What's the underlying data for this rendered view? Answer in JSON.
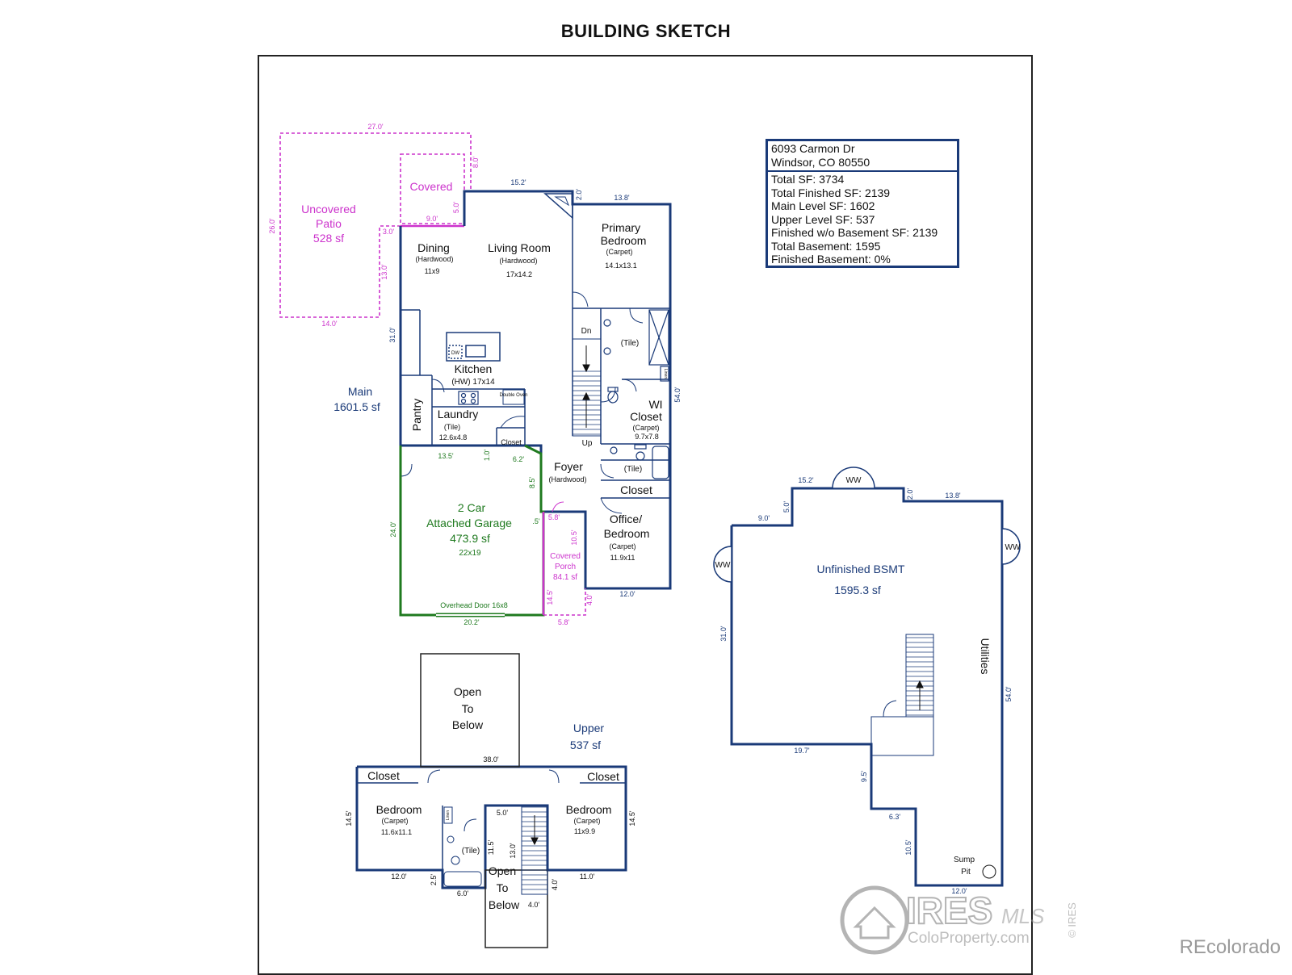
{
  "header": {
    "title": "BUILDING SKETCH"
  },
  "info_box": {
    "address_line1": "6093 Carmon Dr",
    "address_line2": "Windsor, CO 80550",
    "stats": [
      "Total SF: 3734",
      "Total Finished SF: 2139",
      "Main Level SF: 1602",
      "Upper Level SF: 537",
      "Finished w/o Basement SF: 2139",
      "Total Basement: 1595",
      "Finished Basement: 0%"
    ]
  },
  "colors": {
    "wall": "#1a3a78",
    "garage": "#1f7a1f",
    "patio": "#cc33cc",
    "text_blue": "#1a3a78"
  },
  "main": {
    "level_label": "Main",
    "level_area": "1601.5 sf",
    "patio": {
      "name": "Uncovered",
      "name2": "Patio",
      "area": "528 sf"
    },
    "covered": "Covered",
    "dining": {
      "name": "Dining",
      "floor": "(Hardwood)",
      "size": "11x9"
    },
    "living": {
      "name": "Living Room",
      "floor": "(Hardwood)",
      "size": "17x14.2"
    },
    "primary_bedroom": {
      "name": "Primary",
      "name2": "Bedroom",
      "floor": "(Carpet)",
      "size": "14.1x13.1"
    },
    "kitchen": {
      "name": "Kitchen",
      "floor_size": "(HW)  17x14",
      "dw": "DW"
    },
    "double_oven": "Double Oven",
    "pantry": "Pantry",
    "laundry": {
      "name": "Laundry",
      "floor": "(Tile)",
      "size": "12.6x4.8"
    },
    "closet_small": "Closet",
    "dn": "Dn",
    "up": "Up",
    "tile1": "(Tile)",
    "linen": "Linen",
    "wi_closet": {
      "name": "WI",
      "name2": "Closet",
      "floor": "(Carpet)",
      "size": "9.7x7.8"
    },
    "tile2": "(Tile)",
    "foyer": {
      "name": "Foyer",
      "floor": "(Hardwood)"
    },
    "closet_foyer": "Closet",
    "office": {
      "name": "Office/",
      "name2": "Bedroom",
      "floor": "(Carpet)",
      "size": "11.9x11"
    },
    "garage": {
      "line1": "2 Car",
      "line2": "Attached Garage",
      "area": "473.9 sf",
      "size": "22x19",
      "door": "Overhead Door 16x8"
    },
    "porch": {
      "line1": "Covered",
      "line2": "Porch",
      "area": "84.1 sf"
    },
    "dims": {
      "d27": "27.0'",
      "d8a": "8.0'",
      "d26": "26.0'",
      "d15_2": "15.2'",
      "d2": "2.0'",
      "d13_8": "13.8'",
      "d5": "5.0'",
      "d9": "9.0'",
      "d3": "3.0'",
      "d13": "13.0'",
      "d14": "14.0'",
      "d31": "31.0'",
      "d54": "54.0'",
      "d13_5": "13.5'",
      "d1": "1.0'",
      "d6_2": "6.2'",
      "d8_5": "8.5'",
      "d24": "24.0'",
      "d_5": ".5'",
      "d5_8a": "5.8'",
      "d10_5": "10.5'",
      "d14_5": "14.5'",
      "d4": "4.0'",
      "d12": "12.0'",
      "d20_2": "20.2'",
      "d5_8b": "5.8'"
    }
  },
  "upper": {
    "level_label": "Upper",
    "level_area": "537 sf",
    "open1": {
      "l1": "Open",
      "l2": "To",
      "l3": "Below"
    },
    "open2": {
      "l1": "Open",
      "l2": "To",
      "l3": "Below"
    },
    "closet_left": "Closet",
    "closet_right": "Closet",
    "bedroom_left": {
      "name": "Bedroom",
      "floor": "(Carpet)",
      "size": "11.6x11.1"
    },
    "bedroom_right": {
      "name": "Bedroom",
      "floor": "(Carpet)",
      "size": "11x9.9"
    },
    "linen": "Linen",
    "tile": "(Tile)",
    "dims": {
      "d38": "38.0'",
      "d14_5a": "14.5'",
      "d14_5b": "14.5'",
      "d12": "12.0'",
      "d2_5": "2.5'",
      "d6": "6.0'",
      "d5": "5.0'",
      "d11_5": "11.5'",
      "d13": "13.0'",
      "d4a": "4.0'",
      "d4b": "4.0'",
      "d11": "11.0'"
    }
  },
  "basement": {
    "name": "Unfinished BSMT",
    "area": "1595.3 sf",
    "ww": "WW",
    "utilities": "Utilities",
    "sump1": "Sump",
    "sump2": "Pit",
    "dims": {
      "d15_2": "15.2'",
      "d5": "5.0'",
      "d9": "9.0'",
      "d2": "2.0'",
      "d13_8": "13.8'",
      "d31": "31.0'",
      "d54": "54.0'",
      "d19_7": "19.7'",
      "d9_5": "9.5'",
      "d6_3": "6.3'",
      "d10_5": "10.5'",
      "d12": "12.0'"
    }
  },
  "watermark": {
    "brand": "IRES",
    "mls": "MLS",
    "site": "ColoProperty.com",
    "side": "© IRES"
  },
  "footer": {
    "brand": "REcolorado"
  }
}
